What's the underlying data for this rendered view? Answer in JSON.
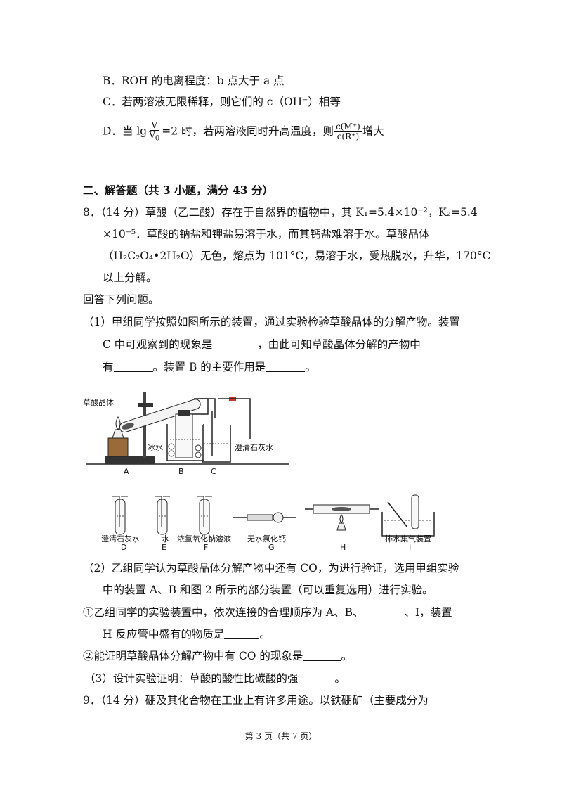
{
  "options": {
    "B": "B．ROH 的电离程度：b 点大于 a 点",
    "C": "C．若两溶液无限稀释，则它们的 c（OH⁻）相等",
    "D_pre": "D．当 lg",
    "D_frac_num": "V",
    "D_frac_den": "V",
    "D_frac_den_sub": "0",
    "D_mid": "=2 时，若两溶液同时升高温度，则",
    "D_frac2_num": "c(M⁺)",
    "D_frac2_den": "c(R⁺)",
    "D_post": "增大"
  },
  "section2": {
    "title": "二、解答题（共 3 小题，满分 43 分）"
  },
  "q8": {
    "line1": "8．（14 分）草酸（乙二酸）存在于自然界的植物中，其 K₁=5.4×10⁻²，K₂=5.4",
    "line2": "×10⁻⁵．草酸的钠盐和钾盐易溶于水，而其钙盐难溶于水。草酸晶体",
    "line3": "（H₂C₂O₄•2H₂O）无色，熔点为 101°C，易溶于水，受热脱水，升华，170°C",
    "line4": "以上分解。",
    "answer_prompt": "回答下列问题。",
    "p1_line1": "（1）甲组同学按照如图所示的装置，通过实验检验草酸晶体的分解产物。装置",
    "p1_line2a": "C 中可观察到的现象是",
    "p1_line2b": "，由此可知草酸晶体分解的产物中",
    "p1_line3a": "有",
    "p1_line3b": "。装置 B 的主要作用是",
    "p1_line3c": "。",
    "fig1": {
      "crystal_label": "草酸晶体",
      "ice_label": "冰水",
      "lime_label": "澄清石灰水",
      "A": "A",
      "B": "B",
      "C": "C"
    },
    "fig2": {
      "D_label": "澄清石灰水",
      "D": "D",
      "E_label": "水",
      "E": "E",
      "F_label": "浓氢氧化钠溶液",
      "F": "F",
      "G_label": "无水氯化钙",
      "G": "G",
      "H": "H",
      "I_label": "排水集气装置",
      "I": "I"
    },
    "p2_line1": "（2）乙组同学认为草酸晶体分解产物中还有 CO，为进行验证，选用甲组实验",
    "p2_line2": "中的装置 A、B 和图 2 所示的部分装置（可以重复选用）进行实验。",
    "p2_q1a": "①乙组同学的实验装置中，依次连接的合理顺序为 A、B、",
    "p2_q1b": "、I，装置",
    "p2_q1c": "H 反应管中盛有的物质是",
    "p2_q1d": "。",
    "p2_q2a": "②能证明草酸晶体分解产物中有 CO 的现象是",
    "p2_q2b": "。",
    "p3a": "（3）设计实验证明：草酸的酸性比碳酸的强",
    "p3b": "。"
  },
  "q9": {
    "line1": "9．（14 分）硼及其化合物在工业上有许多用途。以铁硼矿（主要成分为"
  },
  "footer": "第 3 页（共 7 页）"
}
